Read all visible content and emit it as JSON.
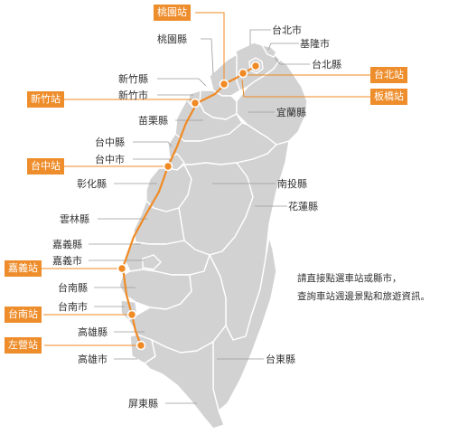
{
  "counties": {
    "taipei_city": "台北市",
    "keelung": "基隆市",
    "taipei_county": "台北縣",
    "taoyuan_county": "桃園縣",
    "hsinchu_county": "新竹縣",
    "hsinchu_city": "新竹市",
    "yilan": "宜蘭縣",
    "miaoli": "苗栗縣",
    "taichung_county": "台中縣",
    "taichung_city": "台中市",
    "changhua": "彰化縣",
    "nantou": "南投縣",
    "hualien": "花蓮縣",
    "yunlin": "雲林縣",
    "chiayi_county": "嘉義縣",
    "chiayi_city": "嘉義市",
    "tainan_county": "台南縣",
    "tainan_city": "台南市",
    "kaohsiung_county": "高雄縣",
    "kaohsiung_city": "高雄市",
    "taitung": "台東縣",
    "pingtung": "屏東縣"
  },
  "stations": {
    "taoyuan": "桃園站",
    "taipei": "台北站",
    "banqiao": "板橋站",
    "hsinchu": "新竹站",
    "taichung": "台中站",
    "chiayi": "嘉義站",
    "tainan": "台南站",
    "zuoying": "左營站"
  },
  "info": {
    "line1": "請直接點選車站或縣市，",
    "line2": "查詢車站週邊景點和旅遊資訊。"
  },
  "colors": {
    "accent": "#ee8d2c",
    "county_fill": "#d2d2d2",
    "county_border": "#ffffff"
  }
}
